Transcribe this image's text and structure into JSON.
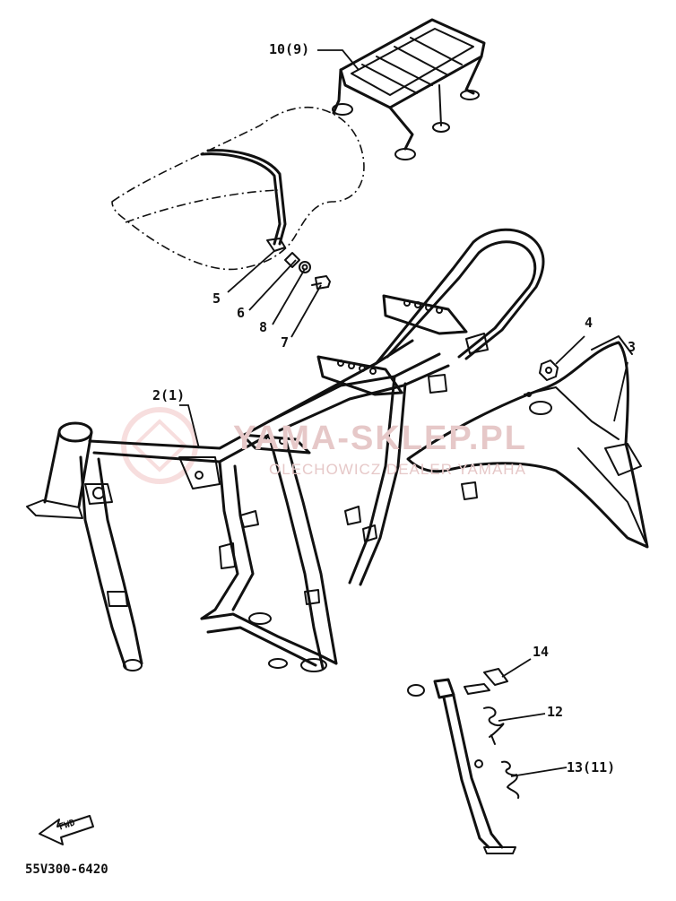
{
  "watermark": {
    "main": "YAMA-SKLEP.PL",
    "sub": "OLECHOWICZ DEALER YAMAHA"
  },
  "diagram_code": "55V300-6420",
  "fwd_arrow_label": "FWD",
  "callouts": {
    "carrier": "10(9)",
    "frame": "2(1)",
    "fender": "3",
    "fender_nut": "4",
    "seat_band": "5",
    "collar": "6",
    "washer": "8",
    "bolt": "7",
    "stand_bolt": "14",
    "spring_upper": "12",
    "spring_lower": "13(11)"
  },
  "colors": {
    "line": "#111111",
    "watermark": "#e6c8c8",
    "background": "#ffffff"
  }
}
